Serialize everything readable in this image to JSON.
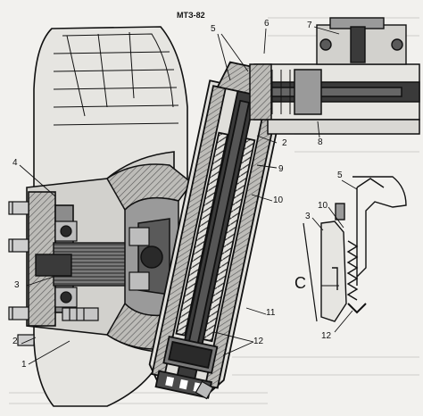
{
  "figure": {
    "title": "МТЗ-82",
    "callouts_main": [
      "1",
      "2",
      "3",
      "4",
      "5",
      "6",
      "7",
      "8",
      "9",
      "10",
      "11",
      "12"
    ],
    "callouts_inset": [
      "5",
      "10",
      "3",
      "C",
      "12"
    ],
    "colors": {
      "ink": "#111111",
      "background": "#f2f1ee",
      "shaft_fill": "#3a3a3a",
      "gear_fill": "#6e6e6e",
      "housing_fill": "#9a9a9a",
      "light_fill": "#d9d8d4"
    }
  }
}
